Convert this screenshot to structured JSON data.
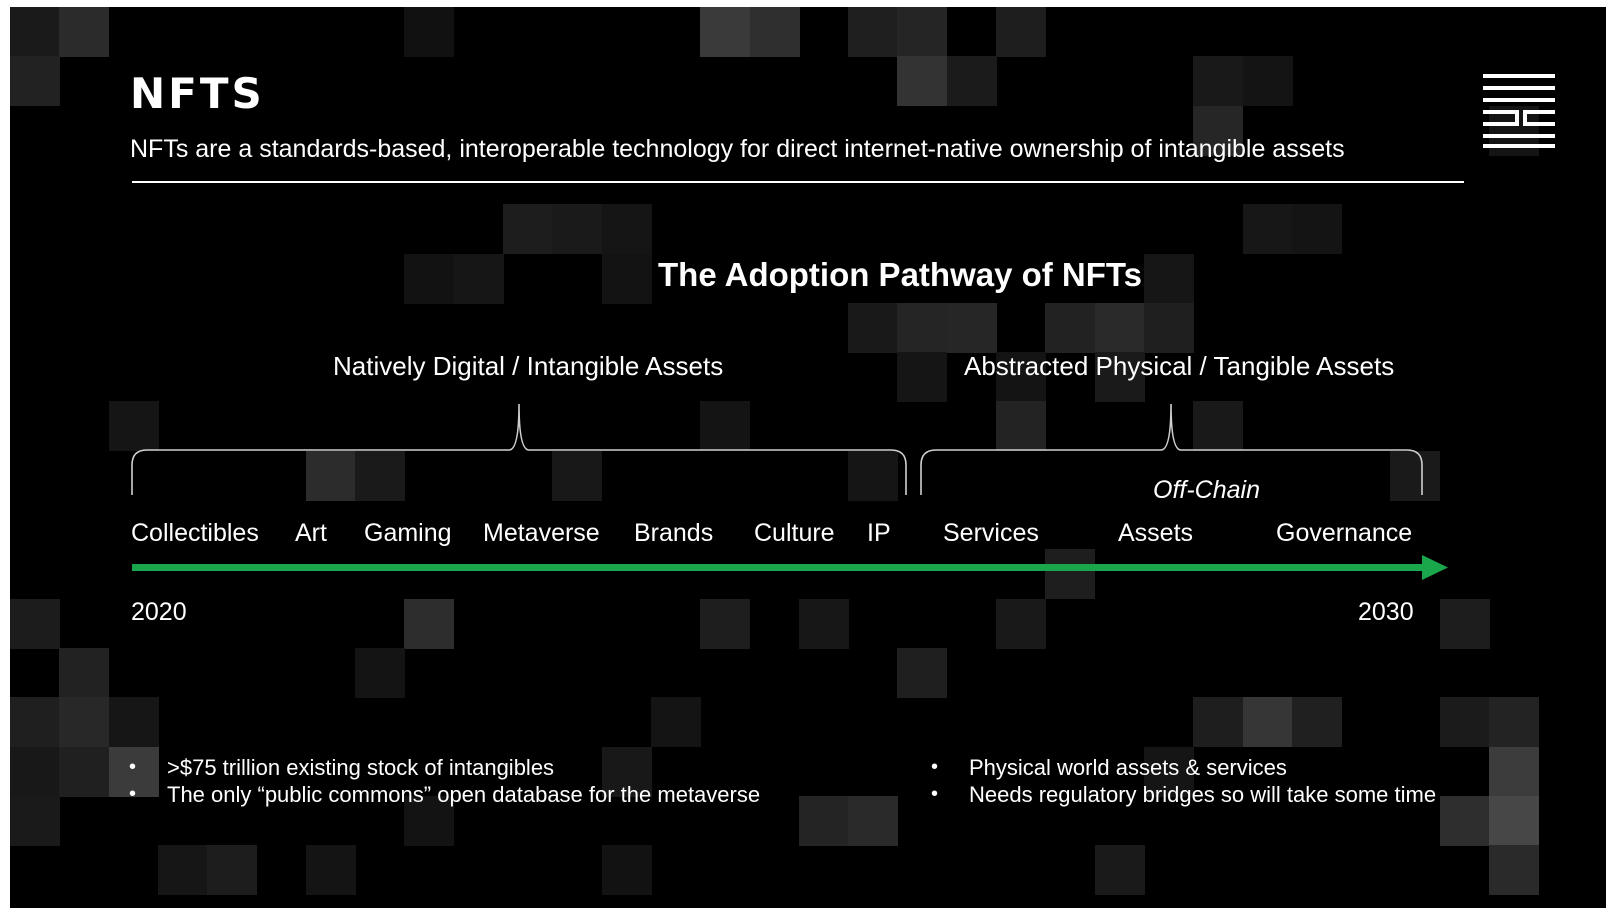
{
  "header": {
    "brand": "NFTS",
    "subtitle": "NFTs are a standards-based, interoperable technology for direct internet-native ownership of intangible assets",
    "logo_icon": "stacked-lines-logo-icon"
  },
  "diagram": {
    "title": "The Adoption Pathway of NFTs",
    "categories": [
      {
        "label": "Natively Digital / Intangible Assets"
      },
      {
        "label": "Abstracted Physical / Tangible Assets"
      }
    ],
    "annotation": "Off-Chain",
    "items": [
      "Collectibles",
      "Art",
      "Gaming",
      "Metaverse",
      "Brands",
      "Culture",
      "IP",
      "Services",
      "Assets",
      "Governance"
    ],
    "timeline": {
      "start": "2020",
      "end": "2030",
      "arrow_color": "#1aa64b"
    }
  },
  "notes": {
    "left": [
      ">$75 trillion existing stock of intangibles",
      "The only “public commons” open database for the metaverse"
    ],
    "right": [
      "Physical world assets & services",
      "Needs regulatory bridges so will take some time"
    ],
    "bullet_symbol": "•"
  },
  "colors": {
    "background": "#000000",
    "text": "#ffffff",
    "accent": "#1aa64b"
  }
}
